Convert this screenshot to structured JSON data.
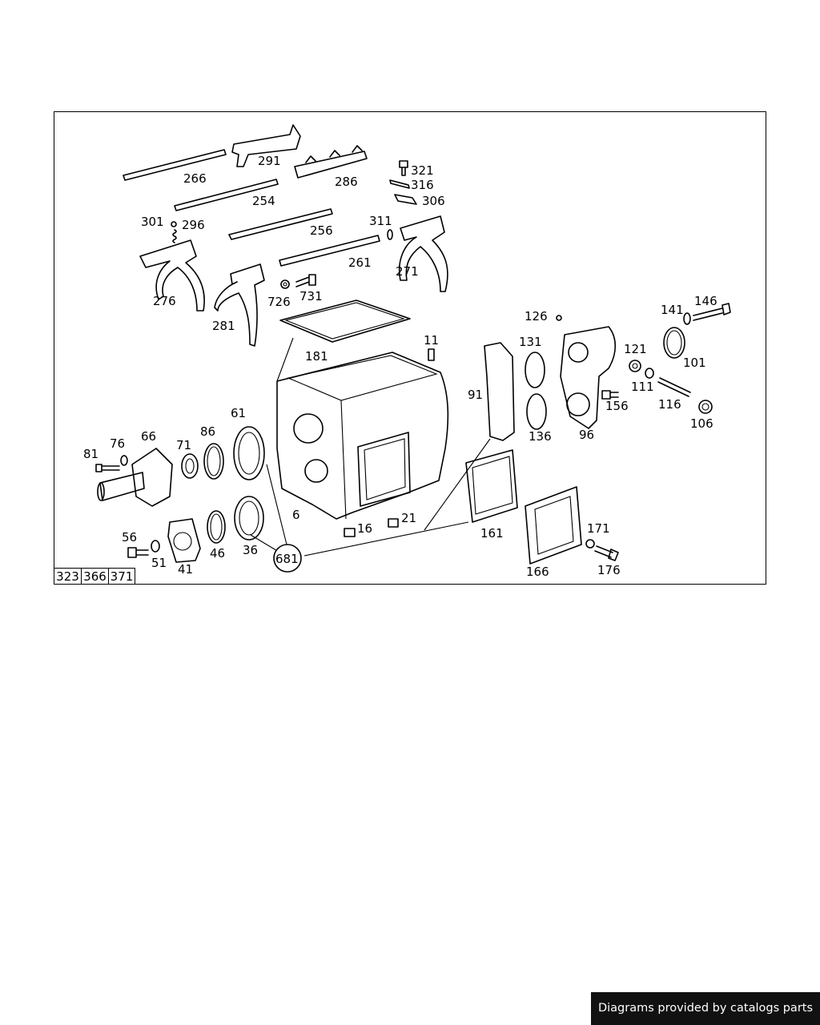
{
  "diagram": {
    "labels": [
      "266",
      "291",
      "286",
      "321",
      "316",
      "306",
      "254",
      "301",
      "296",
      "256",
      "311",
      "261",
      "271",
      "276",
      "726",
      "731",
      "281",
      "181",
      "126",
      "141",
      "146",
      "131",
      "121",
      "101",
      "11",
      "91",
      "111",
      "116",
      "106",
      "156",
      "136",
      "96",
      "61",
      "86",
      "76",
      "66",
      "71",
      "81",
      "6",
      "161",
      "16",
      "21",
      "171",
      "56",
      "46",
      "36",
      "681",
      "51",
      "41",
      "166",
      "176"
    ],
    "ref_numbers": [
      "323",
      "366",
      "371"
    ]
  },
  "footer": {
    "credit": "Diagrams provided by catalogs parts"
  }
}
